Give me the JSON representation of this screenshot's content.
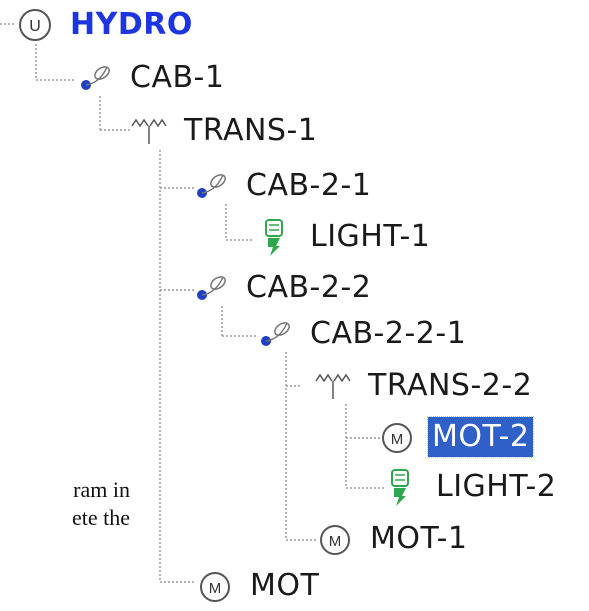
{
  "tree": {
    "root": {
      "label": "HYDRO",
      "icon": "utility-icon",
      "icon_letter": "U",
      "color": "#1d35e0"
    },
    "nodes": {
      "cab_1": {
        "label": "CAB-1",
        "icon": "cable-icon"
      },
      "trans_1": {
        "label": "TRANS-1",
        "icon": "transformer-icon"
      },
      "cab_2_1": {
        "label": "CAB-2-1",
        "icon": "cable-icon"
      },
      "light_1": {
        "label": "LIGHT-1",
        "icon": "light-icon"
      },
      "cab_2_2": {
        "label": "CAB-2-2",
        "icon": "cable-icon"
      },
      "cab_2_2_1": {
        "label": "CAB-2-2-1",
        "icon": "cable-icon"
      },
      "trans_2_2": {
        "label": "TRANS-2-2",
        "icon": "transformer-icon"
      },
      "mot_2": {
        "label": "MOT-2",
        "icon": "motor-icon",
        "icon_letter": "M",
        "selected": true
      },
      "light_2": {
        "label": "LIGHT-2",
        "icon": "light-icon"
      },
      "mot_1": {
        "label": "MOT-1",
        "icon": "motor-icon",
        "icon_letter": "M"
      },
      "mot": {
        "label": "MOT",
        "icon": "motor-icon",
        "icon_letter": "M"
      }
    },
    "selection_color": "#2f5fc8"
  },
  "sidebar_text": {
    "line1": "ram in",
    "line2": "ete the"
  }
}
